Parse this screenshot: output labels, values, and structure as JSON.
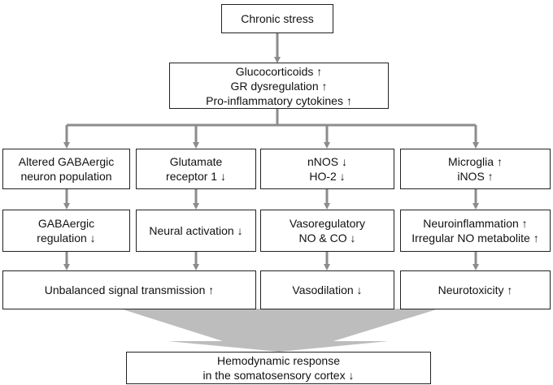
{
  "top": {
    "label": "Chronic stress"
  },
  "causes": {
    "lines": [
      "Glucocorticoids ↑",
      "GR dysregulation ↑",
      "Pro-inflammatory cytokines ↑"
    ]
  },
  "row1": [
    {
      "lines": [
        "Altered GABAergic",
        "neuron population"
      ]
    },
    {
      "lines": [
        "Glutamate",
        "receptor 1 ↓"
      ]
    },
    {
      "lines": [
        "nNOS ↓",
        "HO-2 ↓"
      ]
    },
    {
      "lines": [
        "Microglia ↑",
        "iNOS ↑"
      ]
    }
  ],
  "row2": [
    {
      "lines": [
        "GABAergic",
        "regulation ↓"
      ]
    },
    {
      "lines": [
        "Neural activation ↓"
      ]
    },
    {
      "lines": [
        "Vasoregulatory",
        "NO & CO ↓"
      ]
    },
    {
      "lines": [
        "Neuroinflammation ↑",
        "Irregular NO metabolite ↑"
      ]
    }
  ],
  "row3": [
    {
      "label": "Unbalanced signal transmission ↑"
    },
    {
      "label": "Vasodilation ↓"
    },
    {
      "label": "Neurotoxicity ↑"
    }
  ],
  "outcome": {
    "lines": [
      "Hemodynamic response",
      "in the somatosensory cortex ↓"
    ]
  },
  "colors": {
    "arrow": "#8c8c8c",
    "funnel": "#bdbdbd",
    "border": "#222222"
  }
}
